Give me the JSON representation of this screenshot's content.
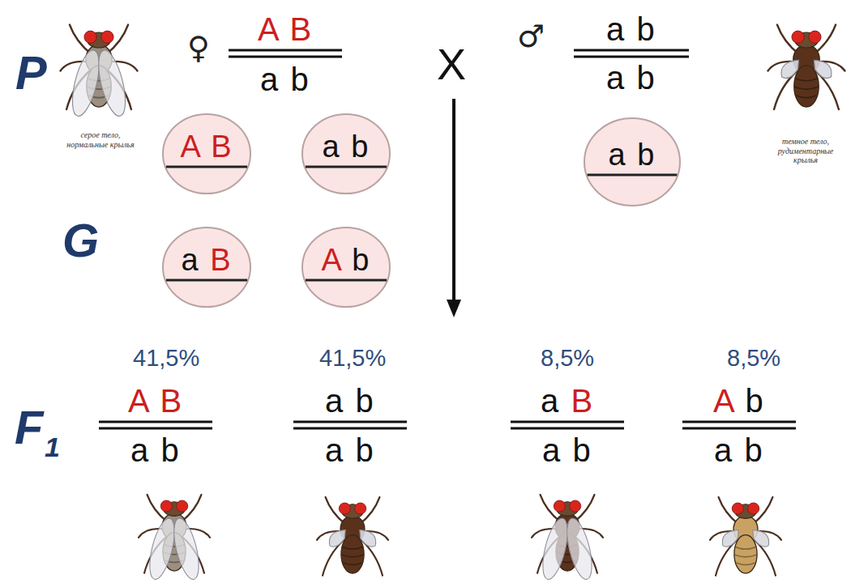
{
  "diagram": {
    "nodes": [
      {
        "text": [
          "A B"
        ]
      },
      {
        "text": [
          "a b"
        ]
      },
      {
        "text": [
          "a b"
        ]
      },
      {
        "text": [
          "a B"
        ]
      },
      {
        "text": [
          "A b"
        ]
      }
    ],
    "labels": [
      "P",
      "♀",
      "A B",
      "a b",
      "X",
      "♂",
      "a b",
      "a b",
      "серое тело, нормальные крылья",
      "темное тело, рудиментарные крылья",
      "G",
      "F",
      "1",
      "41,5%",
      "41,5%",
      "8,5%",
      "8,5%",
      "A B",
      "a b",
      "a b",
      "a b",
      "a B",
      "a b",
      "A b",
      "a b"
    ]
  }
}
